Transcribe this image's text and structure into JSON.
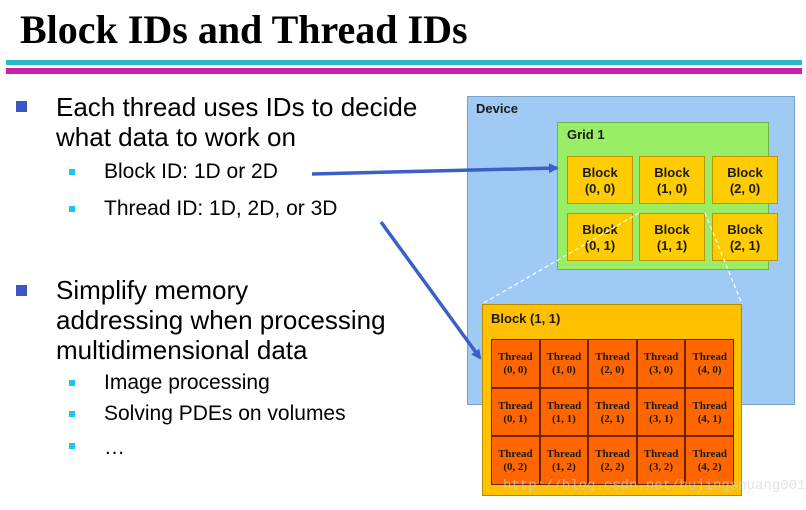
{
  "title": "Block IDs and Thread IDs",
  "bullets": [
    {
      "lines": [
        "Each thread uses IDs to decide",
        "what data to work on"
      ],
      "subs": [
        "Block ID: 1D or 2D",
        "Thread ID: 1D, 2D, or 3D"
      ]
    },
    {
      "lines": [
        "Simplify memory",
        "addressing when processing",
        "multidimensional data"
      ],
      "subs": [
        "Image processing",
        "Solving PDEs on volumes",
        "…"
      ]
    }
  ],
  "diagram": {
    "device_label": "Device",
    "grid_label": "Grid 1",
    "block_word": "Block",
    "blocks": [
      "(0, 0)",
      "(1, 0)",
      "(2, 0)",
      "(0, 1)",
      "(1, 1)",
      "(2, 1)"
    ],
    "expanded_block_label": "Block (1, 1)",
    "thread_word": "Thread",
    "threads": [
      "(0, 0)",
      "(1, 0)",
      "(2, 0)",
      "(3, 0)",
      "(4, 0)",
      "(0, 1)",
      "(1, 1)",
      "(2, 1)",
      "(3, 1)",
      "(4, 1)",
      "(0, 2)",
      "(1, 2)",
      "(2, 2)",
      "(3, 2)",
      "(4, 2)"
    ]
  },
  "colors": {
    "device": "#9fcaf3",
    "grid": "#99ee66",
    "block": "#ffcc00",
    "expanded_block": "#ffc000",
    "thread": "#ff6600",
    "arrow": "#3a5fc8",
    "bullet": "#3a55c4",
    "sub_bullet": "#15c6f0"
  },
  "watermark": "http://blog.csdn.net/hujingshuang001"
}
